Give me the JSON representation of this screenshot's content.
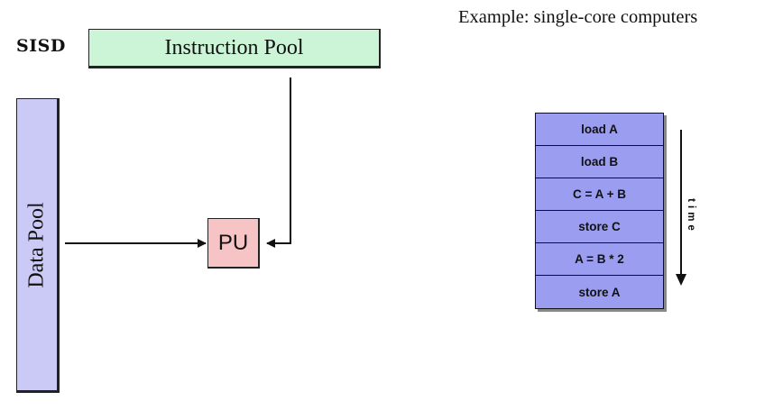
{
  "header": {
    "title": "SISD",
    "example": "Example: single-core computers"
  },
  "diagram": {
    "instruction_pool": "Instruction Pool",
    "data_pool": "Data Pool",
    "processing_unit": "PU"
  },
  "timeline": {
    "axis_label": "time",
    "instructions": [
      "load A",
      "load B",
      "C = A + B",
      "store C",
      "A = B * 2",
      "store A"
    ]
  },
  "colors": {
    "instruction_pool": "#ccf5d8",
    "data_pool": "#cbc9f6",
    "processing_unit": "#f6c4c4",
    "instruction_row": "#9b9ef0"
  }
}
